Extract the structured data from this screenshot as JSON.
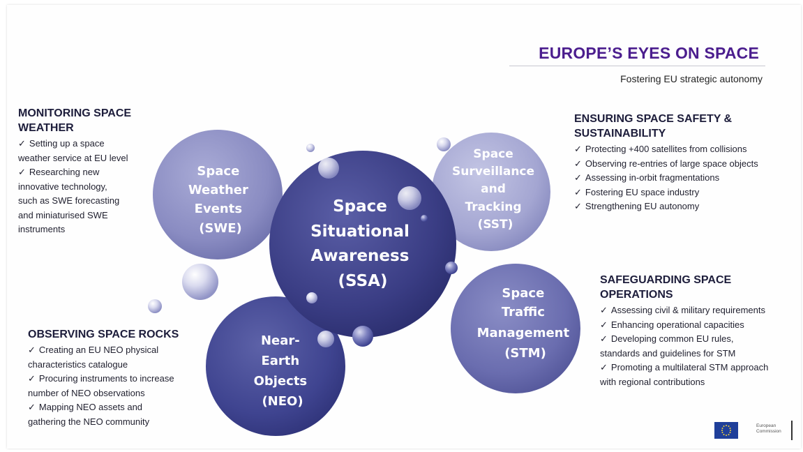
{
  "title": "EUROPE’S EYES ON SPACE",
  "subtitle": "Fostering EU strategic autonomy",
  "center_circle": {
    "lines": [
      "Space",
      "Situational",
      "Awareness",
      "(SSA)"
    ]
  },
  "swe_circle": {
    "lines": [
      "Space",
      "Weather",
      "Events",
      "(SWE)"
    ]
  },
  "sst_circle": {
    "lines": [
      "Space",
      "Surveillance",
      "and",
      "Tracking",
      "(SST)"
    ]
  },
  "stm_circle": {
    "lines": [
      "Space",
      "Traffic",
      "Management",
      "(STM)"
    ]
  },
  "neo_circle": {
    "lines": [
      "Near-",
      "Earth",
      "Objects",
      "(NEO)"
    ]
  },
  "swe_block": {
    "heading": [
      "MONITORING SPACE",
      "WEATHER"
    ],
    "items": [
      [
        "Setting up a space",
        "weather service at EU level"
      ],
      [
        "Researching new",
        "innovative technology,",
        "such as SWE forecasting",
        "and miniaturised SWE",
        "instruments"
      ]
    ]
  },
  "sst_block": {
    "heading": [
      "ENSURING SPACE SAFETY &",
      "SUSTAINABILITY"
    ],
    "items": [
      [
        "Protecting +400 satellites from collisions"
      ],
      [
        "Observing re-entries of large space objects"
      ],
      [
        "Assessing in-orbit fragmentations"
      ],
      [
        "Fostering EU space industry"
      ],
      [
        "Strengthening EU autonomy"
      ]
    ]
  },
  "stm_block": {
    "heading": [
      "SAFEGUARDING SPACE",
      "OPERATIONS"
    ],
    "items": [
      [
        "Assessing civil & military requirements"
      ],
      [
        "Enhancing operational capacities"
      ],
      [
        "Developing common EU rules,",
        "standards and guidelines for STM"
      ],
      [
        "Promoting a multilateral STM approach",
        "with regional contributions"
      ]
    ]
  },
  "neo_block": {
    "heading": [
      "OBSERVING SPACE ROCKS"
    ],
    "items": [
      [
        "Creating an EU NEO physical",
        "characteristics catalogue"
      ],
      [
        "Procuring instruments to increase",
        "number of NEO observations"
      ],
      [
        "Mapping NEO assets and",
        "gathering the NEO community"
      ]
    ]
  },
  "check_glyph": "✓",
  "logo": {
    "lines": [
      "European",
      "Commission"
    ]
  },
  "colors": {
    "title": "#4b1d8e",
    "ssa": "#3b3f86",
    "swe": "#8e90c4",
    "sst": "#a6a8d2",
    "stm": "#6b6eb0",
    "neo": "#3e4390"
  }
}
